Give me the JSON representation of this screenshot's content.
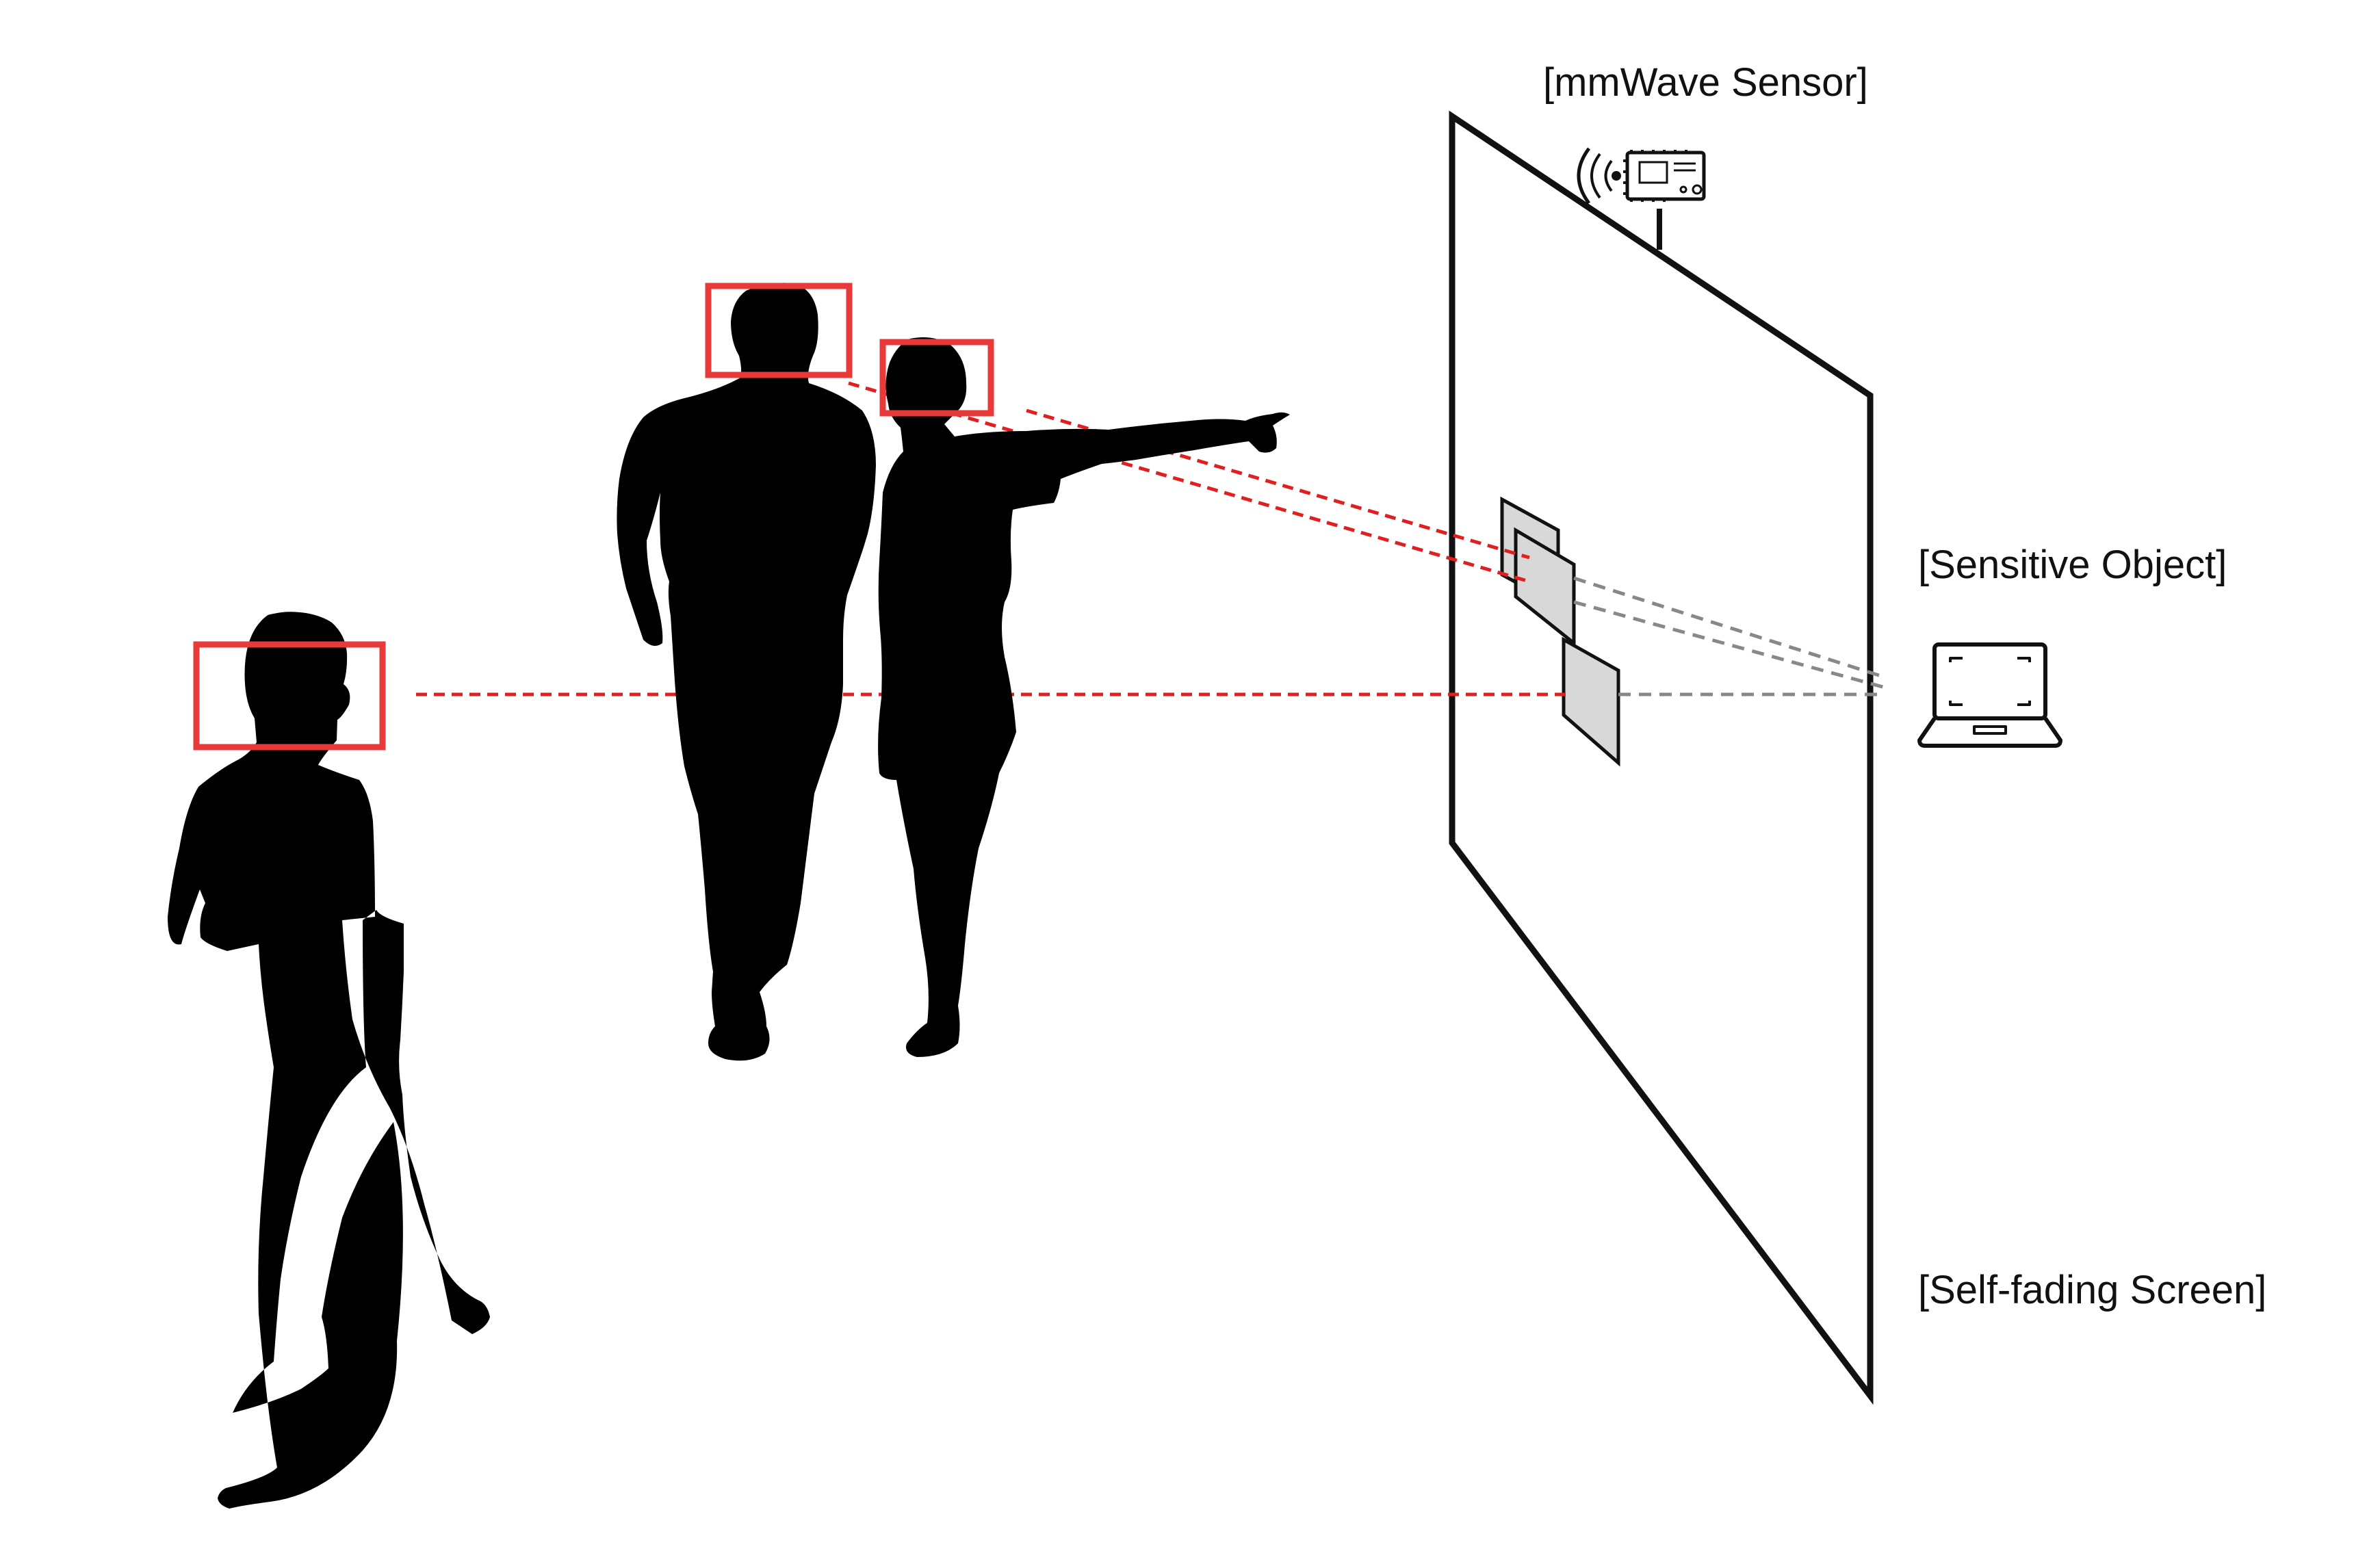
{
  "labels": {
    "sensor": "[mmWave Sensor]",
    "object": "[Sensitive Object]",
    "screen": "[Self-fading Screen]"
  },
  "colors": {
    "silhouette": "#000000",
    "face_box": "#e83a3a",
    "sight_line": "#e02020",
    "projection_line": "#888888",
    "shadow_patch": "#d8d8d8",
    "screen_frame": "#111111"
  },
  "icons": {
    "sensor": "mmwave-board-icon",
    "object": "laptop-icon"
  }
}
